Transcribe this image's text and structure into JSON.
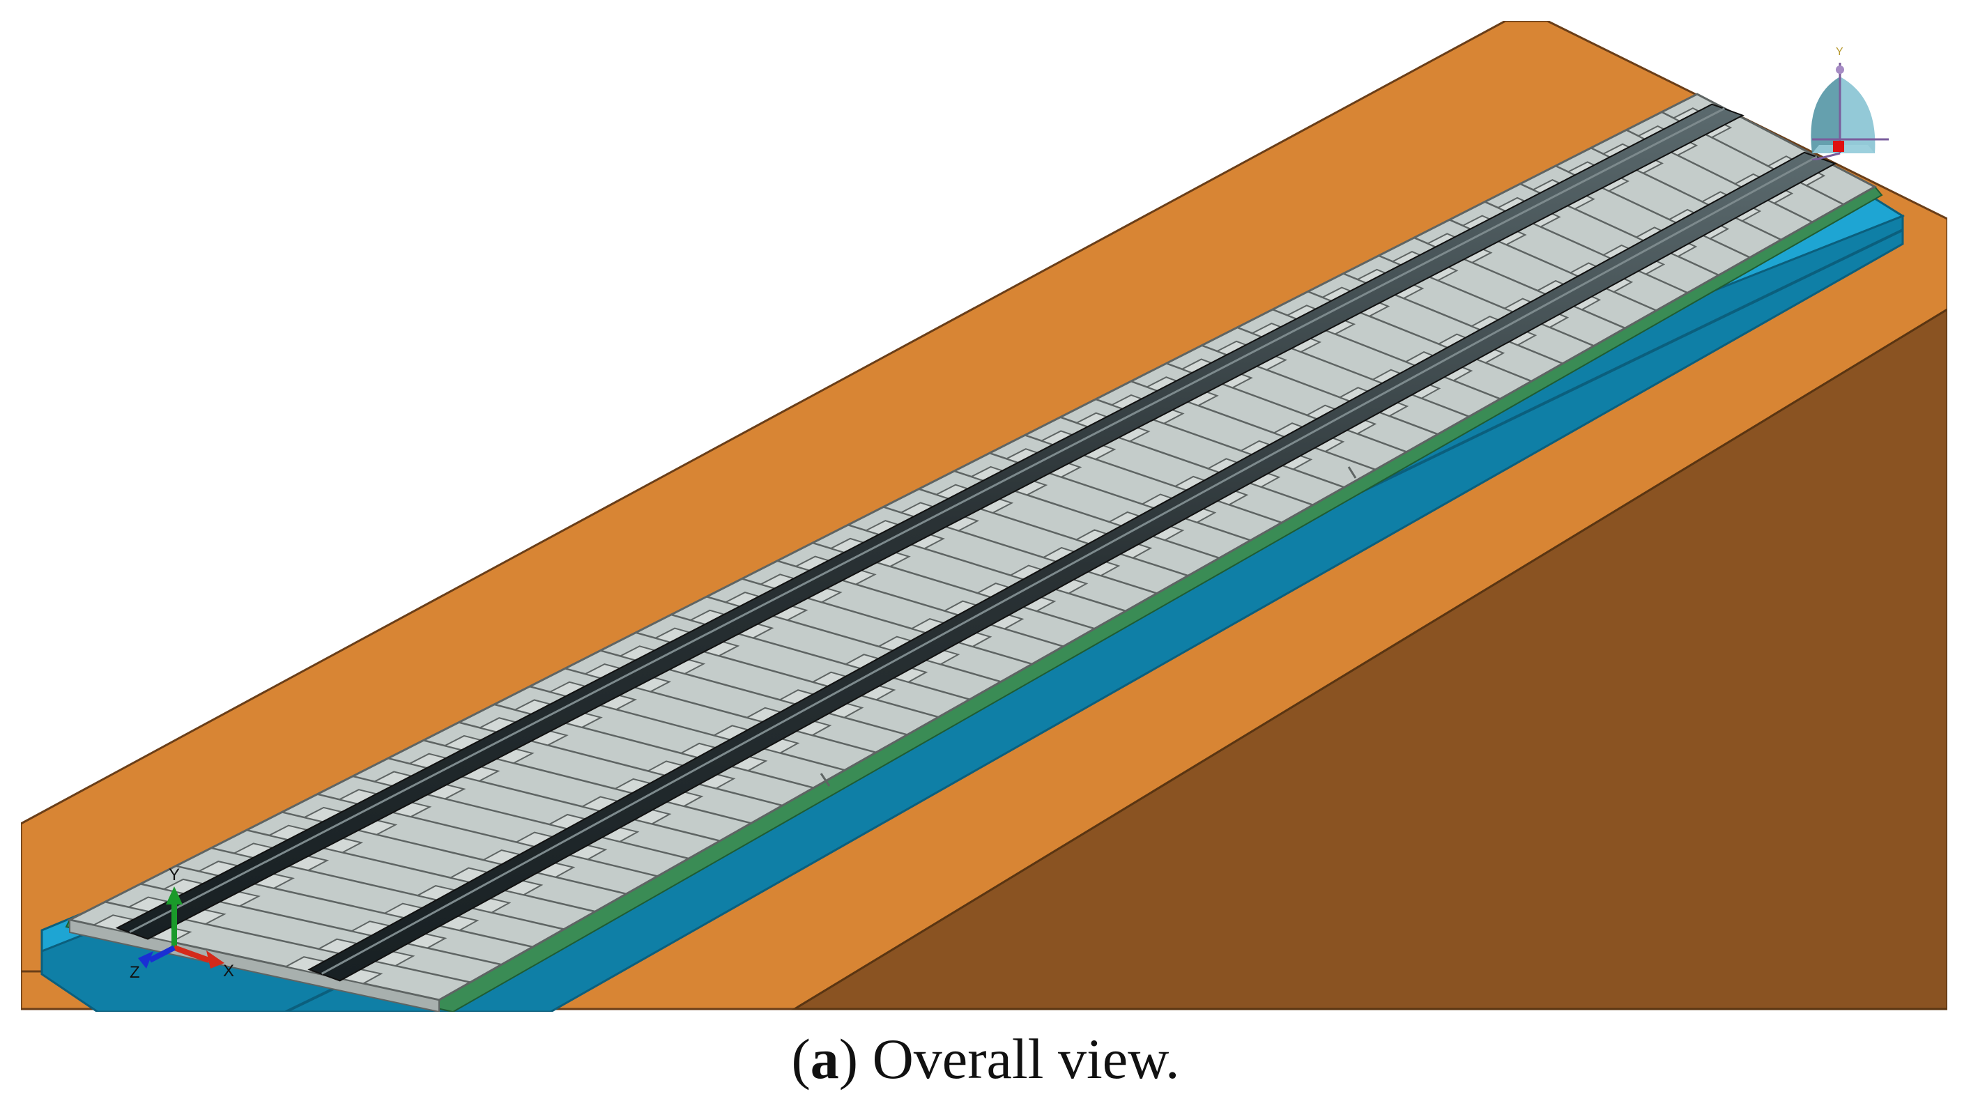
{
  "figure": {
    "caption_label": "a",
    "caption_text": " Overall view.",
    "colors": {
      "ground_top": "#d88534",
      "ground_side": "#8a5322",
      "slab_top": "#1ea5d3",
      "slab_side": "#0f7fa6",
      "layer": "#3a8c55",
      "sleeper": "#c4ccca",
      "sleeper_edge": "#5e6463",
      "rail": "#2a3235"
    },
    "triad": {
      "x": "X",
      "y": "Y",
      "z": "Z",
      "icon": "axis-triad-icon"
    },
    "view_cube": {
      "label": "Y",
      "icon": "view-cube-icon"
    }
  }
}
